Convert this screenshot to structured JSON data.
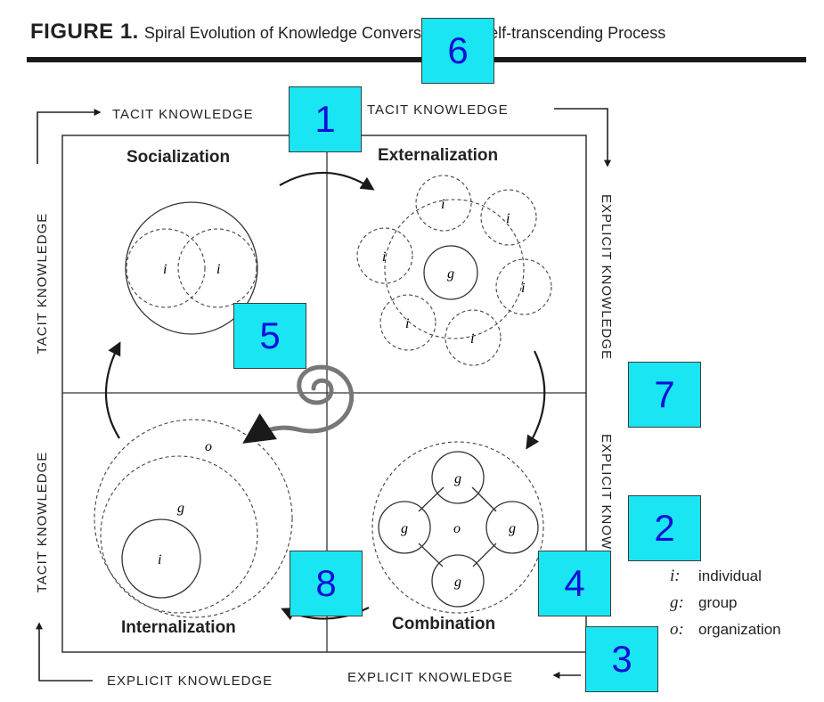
{
  "title": {
    "lead": "FIGURE 1.",
    "rest": "Spiral Evolution of Knowledge Conversion and Self-transcending Process"
  },
  "edges": {
    "top_left": "TACIT KNOWLEDGE",
    "top_right": "TACIT KNOWLEDGE",
    "bottom_left": "EXPLICIT KNOWLEDGE",
    "bottom_right": "EXPLICIT KNOWLEDGE",
    "left_top": "TACIT KNOWLEDGE",
    "left_bottom": "TACIT KNOWLEDGE",
    "right_top": "EXPLICIT KNOWLEDGE",
    "right_bottom": "EXPLICIT KNOWLEDGE"
  },
  "quadrants": {
    "socialization": "Socialization",
    "externalization": "Externalization",
    "internalization": "Internalization",
    "combination": "Combination"
  },
  "symbols": {
    "individual": "i",
    "group": "g",
    "organization": "o"
  },
  "legend": [
    {
      "key": "i:",
      "text": "individual"
    },
    {
      "key": "g:",
      "text": "group"
    },
    {
      "key": "o:",
      "text": "organization"
    }
  ],
  "badges": [
    "1",
    "2",
    "3",
    "4",
    "5",
    "6",
    "7",
    "8"
  ]
}
